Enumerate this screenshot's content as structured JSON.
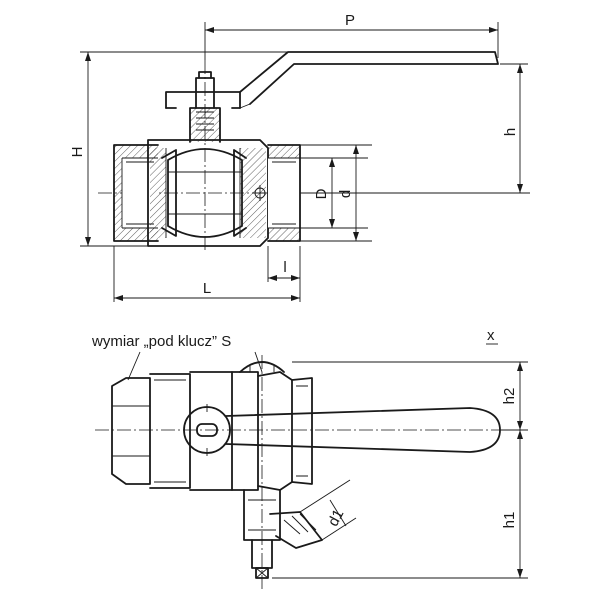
{
  "labels": {
    "P": "P",
    "H": "H",
    "h": "h",
    "D": "D",
    "d": "d",
    "l": "l",
    "L": "L",
    "h1": "h1",
    "h2": "h2",
    "d1": "d1",
    "x": "x"
  },
  "caption": "wymiar „pod klucz” S"
}
